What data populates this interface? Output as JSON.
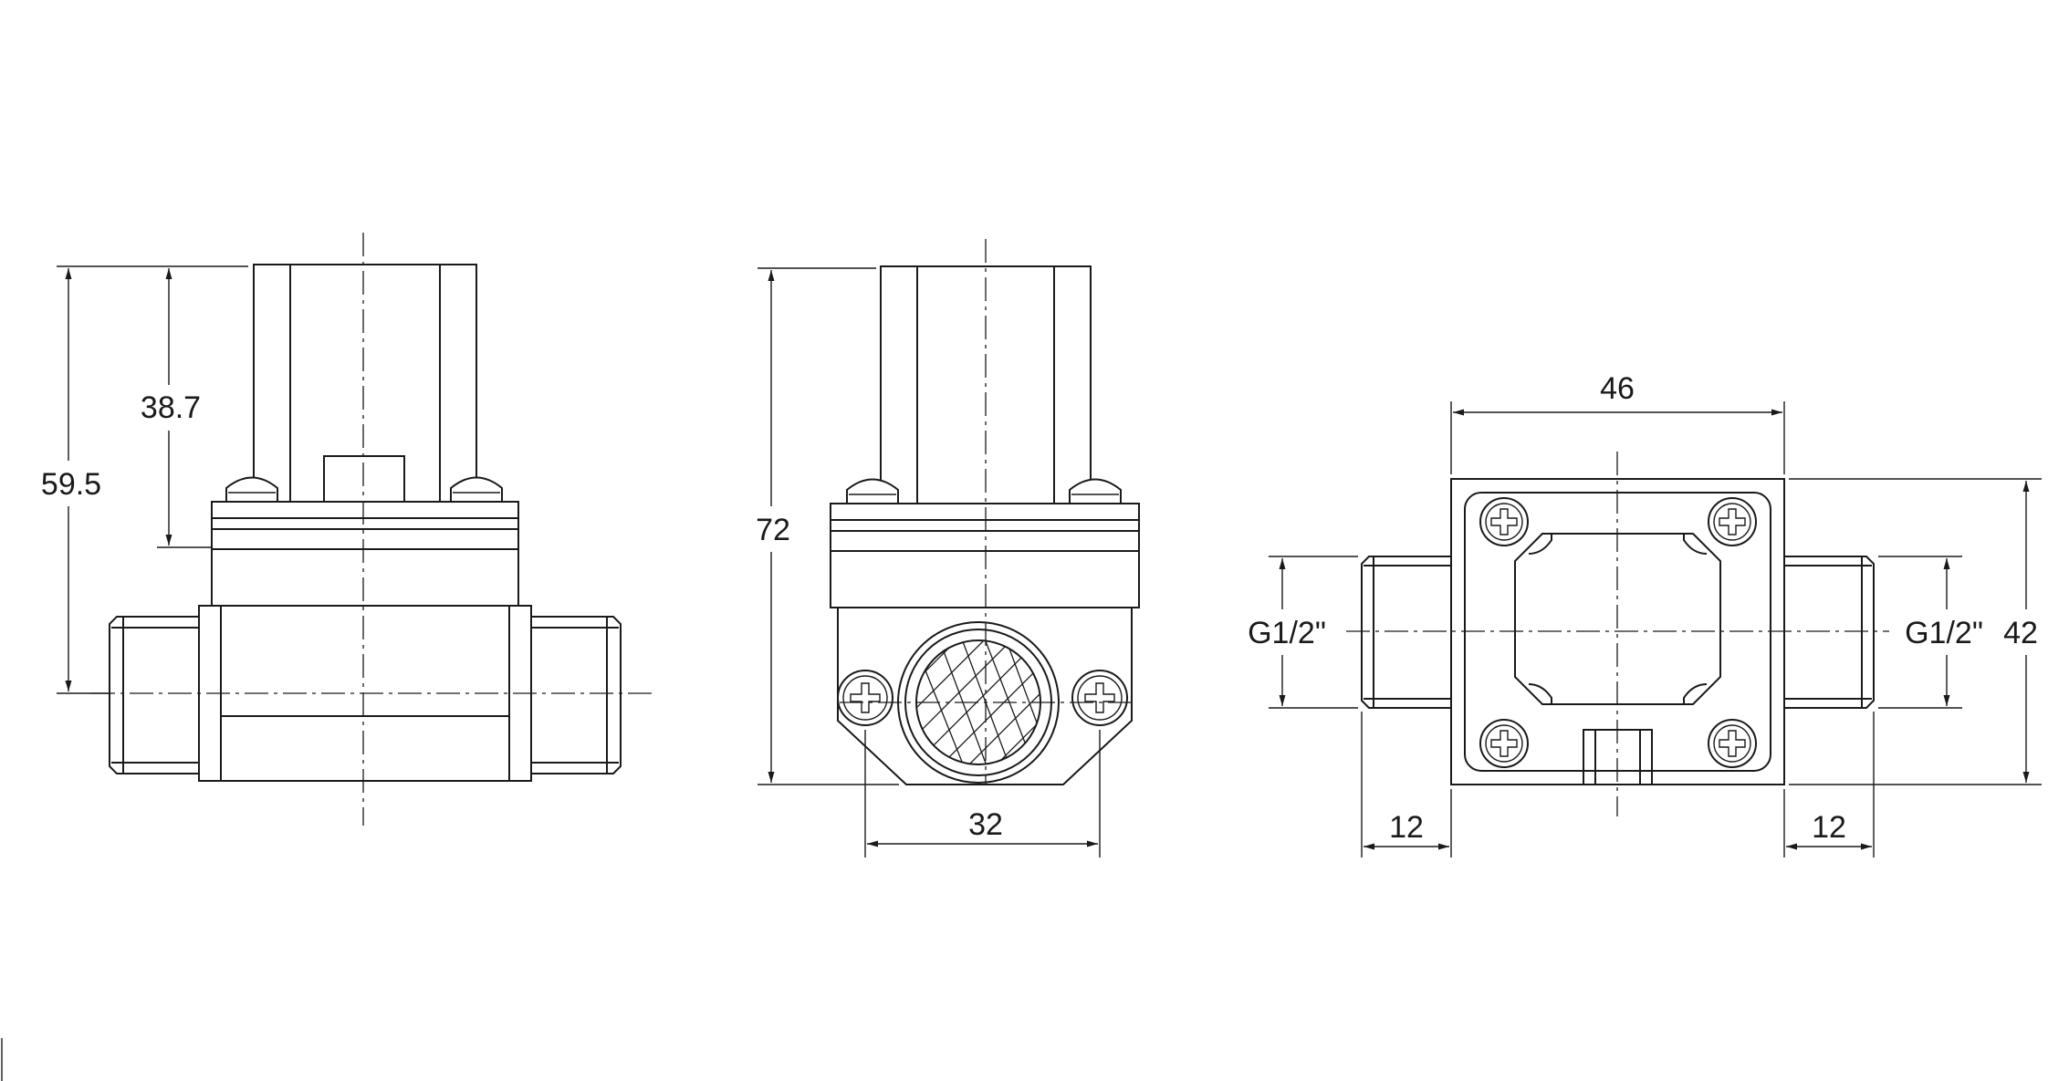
{
  "dimensions": {
    "side_total_height": "59.5",
    "side_coil_height": "38.7",
    "front_total_height": "72",
    "front_mount_spacing": "32",
    "top_body_width": "46",
    "top_body_height": "42",
    "top_left_thread": "G1/2\"",
    "top_right_thread": "G1/2\"",
    "top_left_port_length": "12",
    "top_right_port_length": "12"
  }
}
